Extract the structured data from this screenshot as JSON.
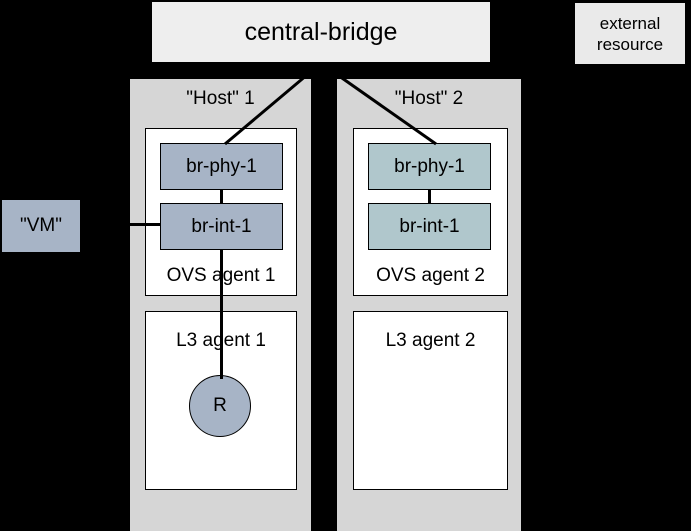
{
  "diagram": {
    "central_bridge": {
      "label": "central-bridge"
    },
    "external_resource": {
      "line1": "external",
      "line2": "resource"
    },
    "vm": {
      "label": "\"VM\""
    },
    "hosts": [
      {
        "title": "\"Host\" 1",
        "ovs_agent_label": "OVS agent 1",
        "l3_agent_label": "L3 agent 1",
        "br_phy_label": "br-phy-1",
        "br_int_label": "br-int-1",
        "router_label": "R",
        "box_fill": "#a7b4c6"
      },
      {
        "title": "\"Host\" 2",
        "ovs_agent_label": "OVS agent 2",
        "l3_agent_label": "L3 agent 2",
        "br_phy_label": "br-phy-1",
        "br_int_label": "br-int-1",
        "box_fill": "#b0c7cc"
      }
    ],
    "colors": {
      "background": "#000000",
      "panel": "#d6d6d6",
      "section": "#ffffff",
      "banner": "#eeeeee",
      "line": "#000000"
    }
  }
}
